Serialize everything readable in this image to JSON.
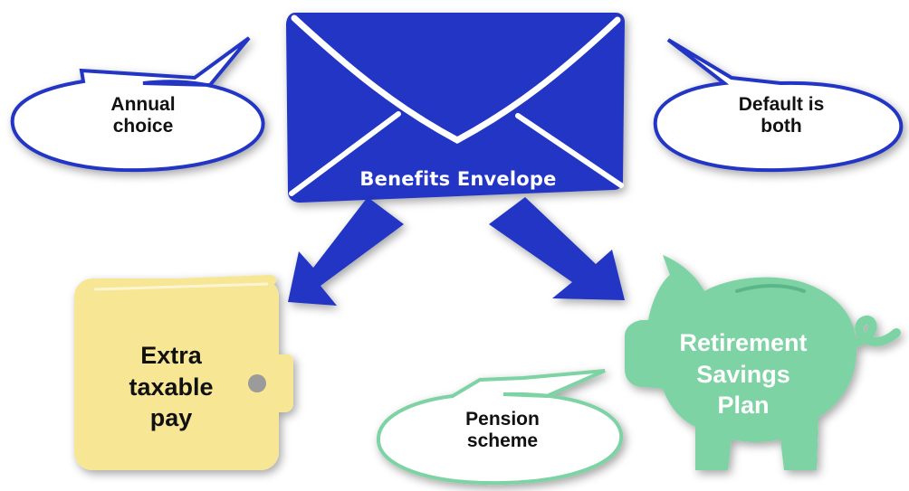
{
  "colors": {
    "envelope": "#2136c4",
    "arrow": "#2136c4",
    "wallet": "#f7e694",
    "wallet_clasp": "#9b9b9b",
    "piggy": "#7dd3a4",
    "bubble_blue_outline": "#2136c4",
    "bubble_green_outline": "#7dd3a4",
    "white_text": "#ffffff",
    "dark_text": "#111111"
  },
  "envelope": {
    "icon": "envelope-icon",
    "label": "Benefits Envelope"
  },
  "bubbles": {
    "left": {
      "lines": [
        "Annual",
        "choice"
      ]
    },
    "right": {
      "lines": [
        "Default is",
        "both"
      ]
    },
    "bottom": {
      "lines": [
        "Pension",
        "scheme"
      ]
    }
  },
  "wallet": {
    "icon": "wallet-icon",
    "lines": [
      "Extra",
      "taxable",
      "pay"
    ]
  },
  "piggy": {
    "icon": "piggy-bank-icon",
    "lines": [
      "Retirement",
      "Savings",
      "Plan"
    ]
  }
}
